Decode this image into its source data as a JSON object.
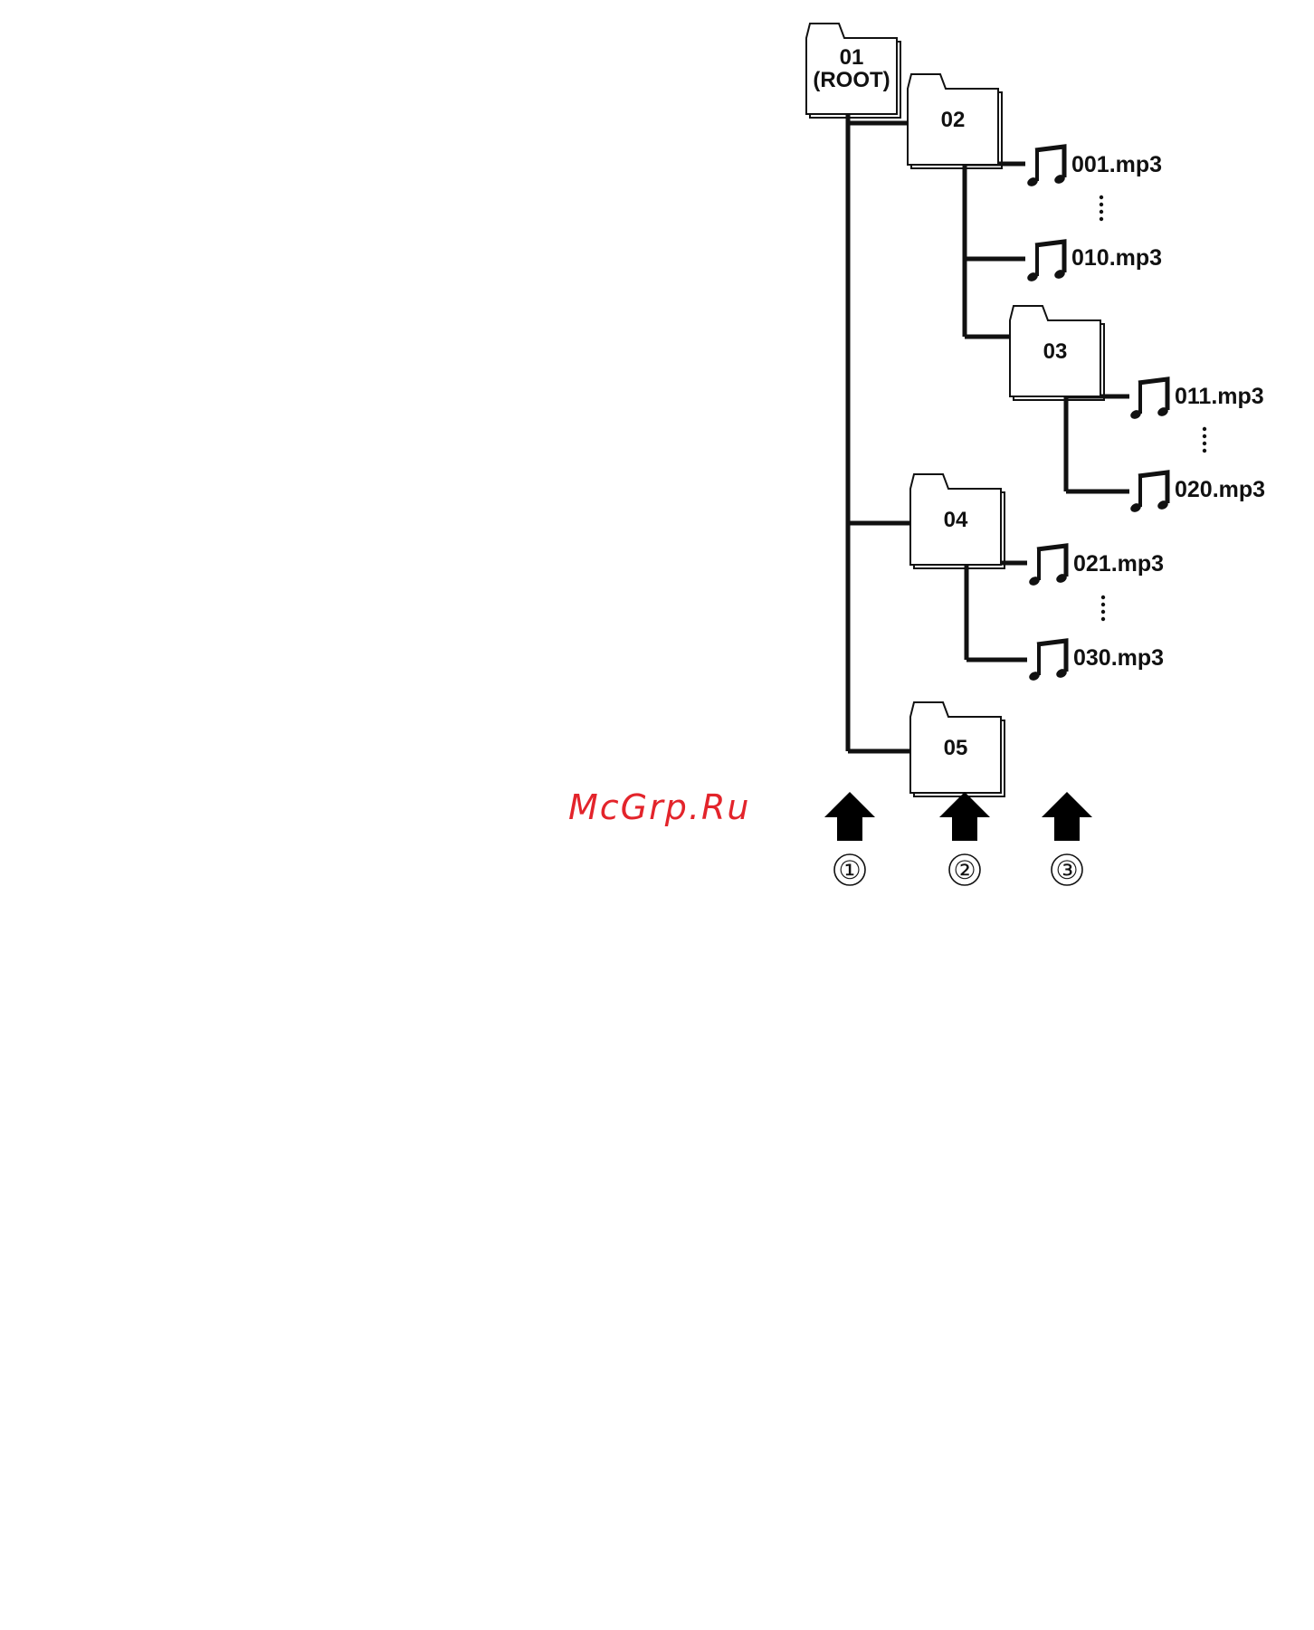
{
  "folders": [
    {
      "id": "01",
      "label_top": "01",
      "label_bottom": "(ROOT)"
    },
    {
      "id": "02",
      "label_top": "02"
    },
    {
      "id": "03",
      "label_top": "03"
    },
    {
      "id": "04",
      "label_top": "04"
    },
    {
      "id": "05",
      "label_top": "05"
    }
  ],
  "files": [
    {
      "name": "001.mp3",
      "icon": "music-note-icon"
    },
    {
      "name": "010.mp3",
      "icon": "music-note-icon"
    },
    {
      "name": "011.mp3",
      "icon": "music-note-icon"
    },
    {
      "name": "020.mp3",
      "icon": "music-note-icon"
    },
    {
      "name": "021.mp3",
      "icon": "music-note-icon"
    },
    {
      "name": "030.mp3",
      "icon": "music-note-icon"
    }
  ],
  "levels": [
    "①",
    "②",
    "③"
  ],
  "watermark": "McGrp.Ru",
  "colors": {
    "line": "#111111",
    "watermark": "#e3242b",
    "background": "#ffffff"
  }
}
